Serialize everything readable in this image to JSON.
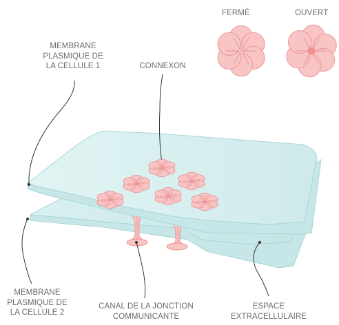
{
  "labels": {
    "ferme": "FERMÉ",
    "ouvert": "OUVERT",
    "membrane1": [
      "MEMBRANE",
      "PLASMIQUE DE",
      "LA CELLULE 1"
    ],
    "connexon": "CONNEXON",
    "membrane2": [
      "MEMBRANE",
      "PLASMIQUE DE",
      "LA CELLULE 2"
    ],
    "canal": [
      "CANAL DE LA JONCTION",
      "COMMUNICANTE"
    ],
    "espace": [
      "ESPACE",
      "EXTRACELLULAIRE"
    ]
  },
  "colors": {
    "membrane_fill": "#dff2f2",
    "membrane_edge": "#b8dfe0",
    "membrane_outline": "#a9d6d8",
    "connexon_fill": "#f8c4c4",
    "connexon_stroke": "#e99393",
    "pore_open": "#f08f8f",
    "label_text": "#6b6b6b",
    "leader_line": "#333333"
  }
}
